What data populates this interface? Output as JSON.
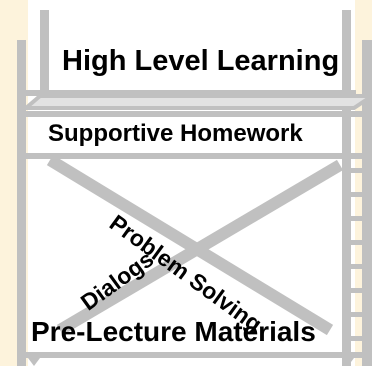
{
  "colors": {
    "background_panel": "#fdf3dc",
    "scaffold_gray": "#c0c0c0",
    "platform_white": "#ffffff",
    "text": "#000000"
  },
  "labels": {
    "top": "High Level Learning",
    "upper_platform": "Supportive Homework",
    "diagonal_down": "Problem Solving",
    "diagonal_up": "Dialogs",
    "base": "Pre-Lecture Materials"
  }
}
